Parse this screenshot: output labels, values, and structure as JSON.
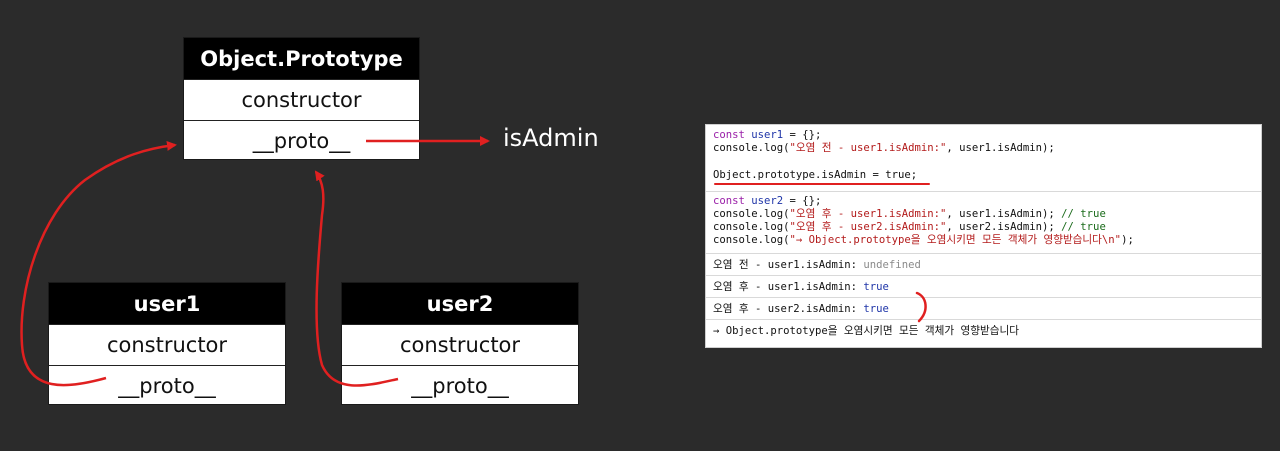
{
  "diagram": {
    "prototype_box": {
      "title": "Object.Prototype",
      "rows": [
        "constructor",
        "__proto__"
      ]
    },
    "user1_box": {
      "title": "user1",
      "rows": [
        "constructor",
        "__proto__"
      ]
    },
    "user2_box": {
      "title": "user2",
      "rows": [
        "constructor",
        "__proto__"
      ]
    },
    "pollution_target": "isAdmin",
    "arrow_color": "#e02020"
  },
  "console": {
    "code_block_1": [
      [
        "const ",
        "user1",
        " = {};"
      ],
      [
        "console.log(",
        "\"오염 전 - user1.isAdmin:\"",
        ", user1.isAdmin);"
      ]
    ],
    "pollution_line": "Object.prototype.isAdmin = true;",
    "code_block_2": {
      "line1": [
        "const ",
        "user2",
        " = {};"
      ],
      "line2": [
        "console.log(",
        "\"오염 후 - user1.isAdmin:\"",
        ", user1.isAdmin); ",
        "// true"
      ],
      "line3": [
        "console.log(",
        "\"오염 후 - user2.isAdmin:\"",
        ", user2.isAdmin); ",
        "// true"
      ],
      "line4": [
        "console.log(",
        "\"→ Object.prototype을 오염시키면 모든 객체가 영향받습니다\\n\"",
        ");"
      ]
    },
    "outputs": [
      {
        "label": "오염 전 - user1.isAdmin: ",
        "value": "undefined"
      },
      {
        "label": "오염 후 - user1.isAdmin: ",
        "value": "true"
      },
      {
        "label": "오염 후 - user2.isAdmin: ",
        "value": "true"
      },
      {
        "label": "→ Object.prototype을 오염시키면 모든 객체가 영향받습니다",
        "value": ""
      }
    ]
  }
}
